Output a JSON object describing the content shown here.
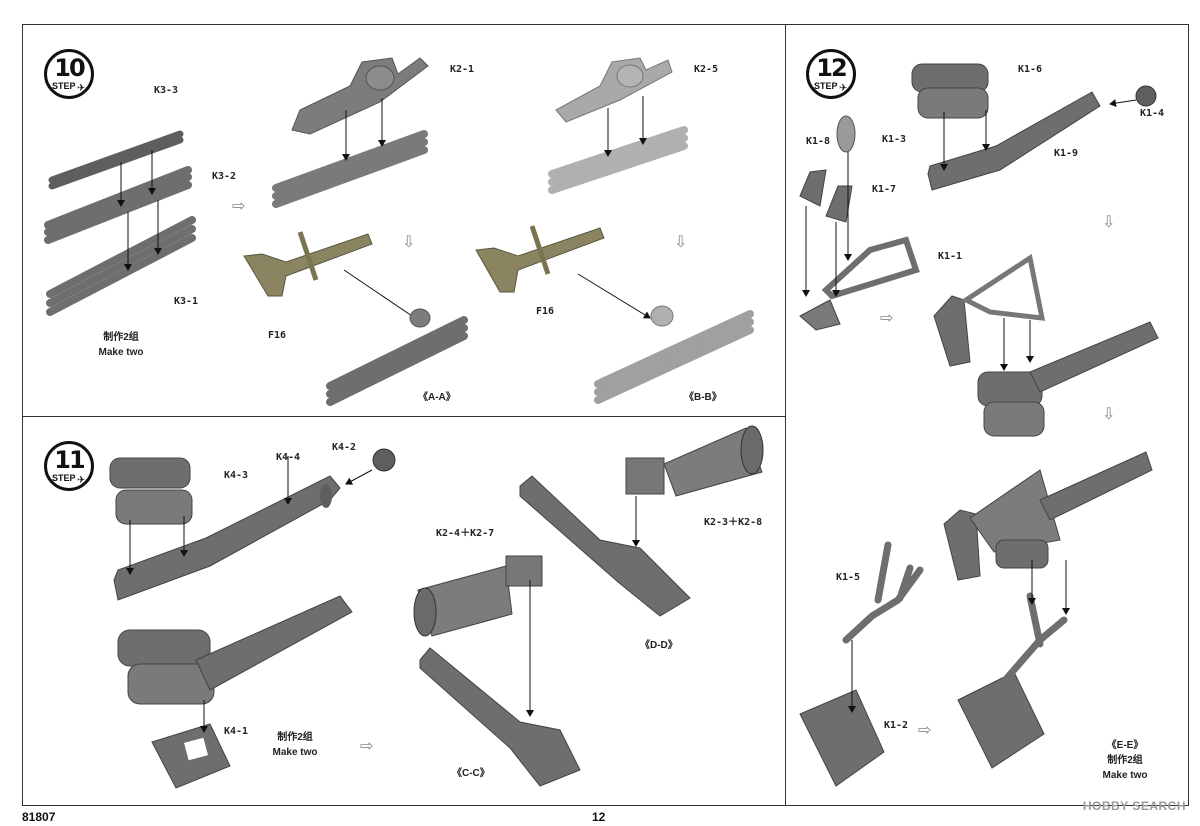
{
  "step10": {
    "number": "10",
    "step_word": "STEP",
    "parts": {
      "k3_3": "K3-3",
      "k3_2": "K3-2",
      "k3_1": "K3-1",
      "k2_1": "K2-1",
      "k2_5": "K2-5",
      "f16_a": "F16",
      "f16_b": "F16"
    },
    "note_cn": "制作2组",
    "note_en": "Make two",
    "view_a": "《A-A》",
    "view_b": "《B-B》"
  },
  "step11": {
    "number": "11",
    "step_word": "STEP",
    "parts": {
      "k4_3": "K4-3",
      "k4_4": "K4-4",
      "k4_2": "K4-2",
      "k4_1": "K4-1",
      "k2_4_k2_7": "K2-4＋K2-7",
      "k2_3_k2_8": "K2-3＋K2-8"
    },
    "note_cn": "制作2组",
    "note_en": "Make two",
    "view_c": "《C-C》",
    "view_d": "《D-D》"
  },
  "step12": {
    "number": "12",
    "step_word": "STEP",
    "parts": {
      "k1_6": "K1-6",
      "k1_4": "K1-4",
      "k1_8": "K1-8",
      "k1_3": "K1-3",
      "k1_9": "K1-9",
      "k1_7": "K1-7",
      "k1_1": "K1-1",
      "k1_5": "K1-5",
      "k1_2": "K1-2"
    },
    "note_cn": "制作2组",
    "note_en": "Make two",
    "view_e": "《E-E》"
  },
  "footer": {
    "product_code": "81807",
    "page_number": "12",
    "brand": "HOBBY SEARCH"
  },
  "colors": {
    "part_gray": "#7c7c7e",
    "part_dark": "#5e5e60",
    "light_gray": "#a9a9ab",
    "olive": "#8a8460",
    "border": "#333333"
  }
}
